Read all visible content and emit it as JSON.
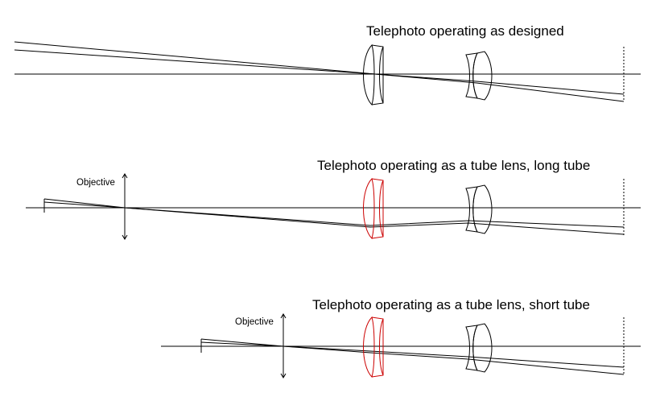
{
  "panels": [
    {
      "title": "Telephoto operating as designed",
      "objective_label": "",
      "front_lens_color": "#000000"
    },
    {
      "title": "Telephoto operating as a tube lens, long tube",
      "objective_label": "Objective",
      "front_lens_color": "#cc0000"
    },
    {
      "title": "Telephoto operating as a tube lens, short tube",
      "objective_label": "Objective",
      "front_lens_color": "#cc0000"
    }
  ],
  "colors": {
    "line": "#000000",
    "highlight": "#cc0000"
  }
}
